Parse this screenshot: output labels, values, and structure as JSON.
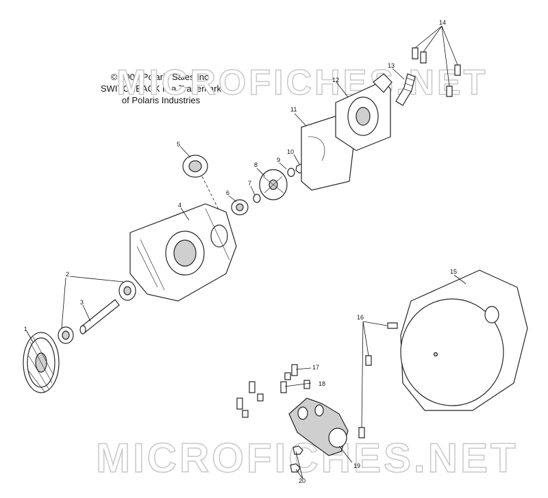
{
  "copyright": {
    "line1": "© 2003 Polaris Sales Inc.",
    "line2": "SWITCHBACK is a Trademark",
    "line3": "of Polaris Industries"
  },
  "watermark": {
    "text": "MICROFICHES.NET"
  },
  "callouts": [
    "1",
    "2",
    "3",
    "4",
    "5",
    "6",
    "7",
    "8",
    "9",
    "10",
    "11",
    "12",
    "13",
    "14",
    "15",
    "16",
    "17",
    "18",
    "19",
    "20"
  ]
}
